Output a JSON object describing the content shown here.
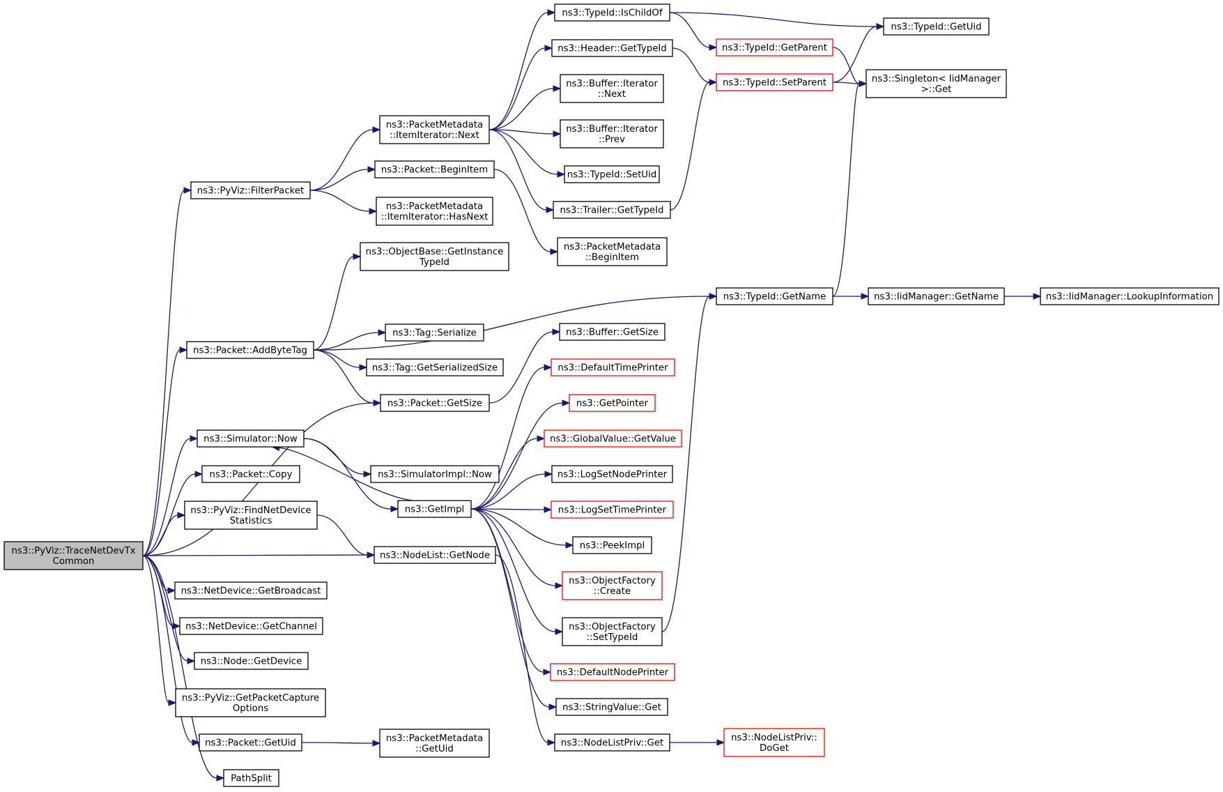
{
  "colors": {
    "edge": "#191970",
    "node_border": "#000000",
    "node_border_undocumented": "#ff0000",
    "node_fill": "#ffffff",
    "root_fill": "#bfbfbf"
  },
  "nodes": [
    {
      "id": "root",
      "lines": [
        "ns3::PyViz::TraceNetDevTx",
        "Common"
      ],
      "kind": "root"
    },
    {
      "id": "filterpacket",
      "lines": [
        "ns3::PyViz::FilterPacket"
      ],
      "kind": "normal"
    },
    {
      "id": "addbytetag",
      "lines": [
        "ns3::Packet::AddByteTag"
      ],
      "kind": "normal"
    },
    {
      "id": "packet_getsize",
      "lines": [
        "ns3::Packet::GetSize"
      ],
      "kind": "normal"
    },
    {
      "id": "simulator_now",
      "lines": [
        "ns3::Simulator::Now"
      ],
      "kind": "normal"
    },
    {
      "id": "packet_copy",
      "lines": [
        "ns3::Packet::Copy"
      ],
      "kind": "normal"
    },
    {
      "id": "findnetdevice",
      "lines": [
        "ns3::PyViz::FindNetDevice",
        "Statistics"
      ],
      "kind": "normal"
    },
    {
      "id": "nodelist_getnode",
      "lines": [
        "ns3::NodeList::GetNode"
      ],
      "kind": "normal"
    },
    {
      "id": "getbroadcast",
      "lines": [
        "ns3::NetDevice::GetBroadcast"
      ],
      "kind": "normal"
    },
    {
      "id": "getchannel",
      "lines": [
        "ns3::NetDevice::GetChannel"
      ],
      "kind": "normal"
    },
    {
      "id": "node_getdevice",
      "lines": [
        "ns3::Node::GetDevice"
      ],
      "kind": "normal"
    },
    {
      "id": "getpacketcapture",
      "lines": [
        "ns3::PyViz::GetPacketCapture",
        "Options"
      ],
      "kind": "normal"
    },
    {
      "id": "packet_getuid",
      "lines": [
        "ns3::Packet::GetUid"
      ],
      "kind": "normal"
    },
    {
      "id": "pathsplit",
      "lines": [
        "PathSplit"
      ],
      "kind": "normal"
    },
    {
      "id": "pm_itemiterator_next",
      "lines": [
        "ns3::PacketMetadata",
        "::ItemIterator::Next"
      ],
      "kind": "normal"
    },
    {
      "id": "packet_beginitem",
      "lines": [
        "ns3::Packet::BeginItem"
      ],
      "kind": "normal"
    },
    {
      "id": "pm_hasnext",
      "lines": [
        "ns3::PacketMetadata",
        "::ItemIterator::HasNext"
      ],
      "kind": "normal"
    },
    {
      "id": "typeid_ischildof",
      "lines": [
        "ns3::TypeId::IsChildOf"
      ],
      "kind": "normal"
    },
    {
      "id": "header_gettypeid",
      "lines": [
        "ns3::Header::GetTypeId"
      ],
      "kind": "normal"
    },
    {
      "id": "buffer_next",
      "lines": [
        "ns3::Buffer::Iterator",
        "::Next"
      ],
      "kind": "normal"
    },
    {
      "id": "buffer_prev",
      "lines": [
        "ns3::Buffer::Iterator",
        "::Prev"
      ],
      "kind": "normal"
    },
    {
      "id": "typeid_setuid",
      "lines": [
        "ns3::TypeId::SetUid"
      ],
      "kind": "normal"
    },
    {
      "id": "trailer_gettypeid",
      "lines": [
        "ns3::Trailer::GetTypeId"
      ],
      "kind": "normal"
    },
    {
      "id": "pm_beginitem",
      "lines": [
        "ns3::PacketMetadata",
        "::BeginItem"
      ],
      "kind": "normal"
    },
    {
      "id": "typeid_getuid",
      "lines": [
        "ns3::TypeId::GetUid"
      ],
      "kind": "normal"
    },
    {
      "id": "typeid_getparent",
      "lines": [
        "ns3::TypeId::GetParent"
      ],
      "kind": "undocumented"
    },
    {
      "id": "typeid_setparent",
      "lines": [
        "ns3::TypeId::SetParent"
      ],
      "kind": "undocumented"
    },
    {
      "id": "singleton_get",
      "lines": [
        "ns3::Singleton< IidManager",
        " >::Get"
      ],
      "kind": "normal"
    },
    {
      "id": "objectbase_getinstance",
      "lines": [
        "ns3::ObjectBase::GetInstance",
        "TypeId"
      ],
      "kind": "normal"
    },
    {
      "id": "tag_serialize",
      "lines": [
        "ns3::Tag::Serialize"
      ],
      "kind": "normal"
    },
    {
      "id": "tag_getserializedsize",
      "lines": [
        "ns3::Tag::GetSerializedSize"
      ],
      "kind": "normal"
    },
    {
      "id": "typeid_getname",
      "lines": [
        "ns3::TypeId::GetName"
      ],
      "kind": "normal"
    },
    {
      "id": "iidmanager_getname",
      "lines": [
        "ns3::IidManager::GetName"
      ],
      "kind": "normal"
    },
    {
      "id": "iidmanager_lookup",
      "lines": [
        "ns3::IidManager::LookupInformation"
      ],
      "kind": "normal"
    },
    {
      "id": "buffer_getsize",
      "lines": [
        "ns3::Buffer::GetSize"
      ],
      "kind": "normal"
    },
    {
      "id": "defaulttimeprinter",
      "lines": [
        "ns3::DefaultTimePrinter"
      ],
      "kind": "undocumented"
    },
    {
      "id": "getpointer",
      "lines": [
        "ns3::GetPointer"
      ],
      "kind": "undocumented"
    },
    {
      "id": "globalvalue_getvalue",
      "lines": [
        "ns3::GlobalValue::GetValue"
      ],
      "kind": "undocumented"
    },
    {
      "id": "logsetnodeprinter",
      "lines": [
        "ns3::LogSetNodePrinter"
      ],
      "kind": "normal"
    },
    {
      "id": "logsettimeprinter",
      "lines": [
        "ns3::LogSetTimePrinter"
      ],
      "kind": "undocumented"
    },
    {
      "id": "peekimpl",
      "lines": [
        "ns3::PeekImpl"
      ],
      "kind": "normal"
    },
    {
      "id": "objectfactory_create",
      "lines": [
        "ns3::ObjectFactory",
        "::Create"
      ],
      "kind": "undocumented"
    },
    {
      "id": "objectfactory_settypeid",
      "lines": [
        "ns3::ObjectFactory",
        "::SetTypeId"
      ],
      "kind": "normal"
    },
    {
      "id": "defaultnodeprinter",
      "lines": [
        "ns3::DefaultNodePrinter"
      ],
      "kind": "undocumented"
    },
    {
      "id": "stringvalue_get",
      "lines": [
        "ns3::StringValue::Get"
      ],
      "kind": "normal"
    },
    {
      "id": "nodelistpriv_get",
      "lines": [
        "ns3::NodeListPriv::Get"
      ],
      "kind": "normal"
    },
    {
      "id": "nodelistpriv_doget",
      "lines": [
        "ns3::NodeListPriv::",
        "DoGet"
      ],
      "kind": "undocumented"
    },
    {
      "id": "simulatorimpl_now",
      "lines": [
        "ns3::SimulatorImpl::Now"
      ],
      "kind": "normal"
    },
    {
      "id": "getimpl",
      "lines": [
        "ns3::GetImpl"
      ],
      "kind": "normal"
    },
    {
      "id": "pm_getuid",
      "lines": [
        "ns3::PacketMetadata",
        "::GetUid"
      ],
      "kind": "normal"
    }
  ],
  "edges": [
    {
      "from": "root",
      "to": "filterpacket"
    },
    {
      "from": "root",
      "to": "addbytetag"
    },
    {
      "from": "root",
      "to": "packet_getsize"
    },
    {
      "from": "root",
      "to": "simulator_now"
    },
    {
      "from": "root",
      "to": "packet_copy"
    },
    {
      "from": "root",
      "to": "findnetdevice"
    },
    {
      "from": "root",
      "to": "nodelist_getnode"
    },
    {
      "from": "root",
      "to": "getbroadcast"
    },
    {
      "from": "root",
      "to": "getchannel"
    },
    {
      "from": "root",
      "to": "node_getdevice"
    },
    {
      "from": "root",
      "to": "getpacketcapture"
    },
    {
      "from": "root",
      "to": "packet_getuid"
    },
    {
      "from": "root",
      "to": "pathsplit"
    },
    {
      "from": "filterpacket",
      "to": "pm_itemiterator_next"
    },
    {
      "from": "filterpacket",
      "to": "packet_beginitem"
    },
    {
      "from": "filterpacket",
      "to": "pm_hasnext"
    },
    {
      "from": "pm_itemiterator_next",
      "to": "typeid_ischildof"
    },
    {
      "from": "pm_itemiterator_next",
      "to": "header_gettypeid"
    },
    {
      "from": "pm_itemiterator_next",
      "to": "buffer_next"
    },
    {
      "from": "pm_itemiterator_next",
      "to": "buffer_prev"
    },
    {
      "from": "pm_itemiterator_next",
      "to": "typeid_setuid"
    },
    {
      "from": "pm_itemiterator_next",
      "to": "trailer_gettypeid"
    },
    {
      "from": "packet_beginitem",
      "to": "pm_beginitem"
    },
    {
      "from": "typeid_ischildof",
      "to": "typeid_getuid"
    },
    {
      "from": "typeid_ischildof",
      "to": "typeid_getparent"
    },
    {
      "from": "header_gettypeid",
      "to": "typeid_setparent"
    },
    {
      "from": "trailer_gettypeid",
      "to": "typeid_setparent"
    },
    {
      "from": "typeid_getparent",
      "to": "singleton_get"
    },
    {
      "from": "typeid_setparent",
      "to": "typeid_getuid"
    },
    {
      "from": "typeid_setparent",
      "to": "singleton_get"
    },
    {
      "from": "addbytetag",
      "to": "objectbase_getinstance"
    },
    {
      "from": "addbytetag",
      "to": "typeid_getname"
    },
    {
      "from": "addbytetag",
      "to": "tag_serialize"
    },
    {
      "from": "addbytetag",
      "to": "tag_getserializedsize"
    },
    {
      "from": "addbytetag",
      "to": "packet_getsize"
    },
    {
      "from": "typeid_getname",
      "to": "singleton_get"
    },
    {
      "from": "typeid_getname",
      "to": "iidmanager_getname"
    },
    {
      "from": "iidmanager_getname",
      "to": "iidmanager_lookup"
    },
    {
      "from": "packet_getsize",
      "to": "buffer_getsize"
    },
    {
      "from": "simulator_now",
      "to": "simulatorimpl_now"
    },
    {
      "from": "simulator_now",
      "to": "getimpl"
    },
    {
      "from": "getimpl",
      "to": "simulator_now"
    },
    {
      "from": "getimpl",
      "to": "defaulttimeprinter"
    },
    {
      "from": "getimpl",
      "to": "getpointer"
    },
    {
      "from": "getimpl",
      "to": "globalvalue_getvalue"
    },
    {
      "from": "getimpl",
      "to": "logsetnodeprinter"
    },
    {
      "from": "getimpl",
      "to": "logsettimeprinter"
    },
    {
      "from": "getimpl",
      "to": "peekimpl"
    },
    {
      "from": "getimpl",
      "to": "objectfactory_create"
    },
    {
      "from": "getimpl",
      "to": "objectfactory_settypeid"
    },
    {
      "from": "getimpl",
      "to": "defaultnodeprinter"
    },
    {
      "from": "getimpl",
      "to": "stringvalue_get"
    },
    {
      "from": "objectfactory_settypeid",
      "to": "typeid_getname"
    },
    {
      "from": "findnetdevice",
      "to": "nodelist_getnode"
    },
    {
      "from": "nodelist_getnode",
      "to": "nodelistpriv_get"
    },
    {
      "from": "nodelistpriv_get",
      "to": "nodelistpriv_doget"
    },
    {
      "from": "packet_getuid",
      "to": "pm_getuid"
    }
  ]
}
